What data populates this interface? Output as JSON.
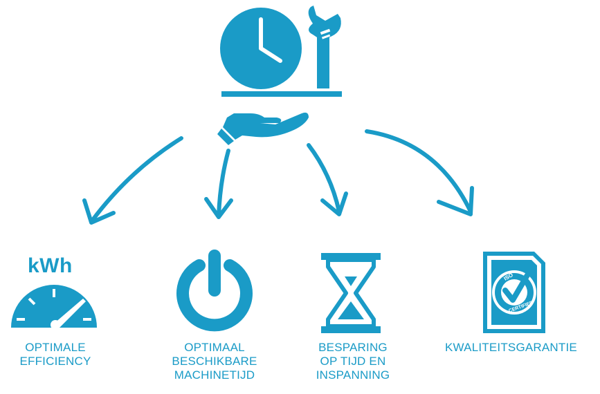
{
  "brand_color": "#1a9bc7",
  "top_icon": {
    "icons": [
      "clock-icon",
      "wrench-icon",
      "serving-hand-icon"
    ]
  },
  "items": [
    {
      "icon": "kwh-gauge-icon",
      "icon_text": "kWh",
      "label": "OPTIMALE\nEFFICIENCY"
    },
    {
      "icon": "power-icon",
      "label": "OPTIMAAL\nBESCHIKBARE\nMACHINETIJD"
    },
    {
      "icon": "hourglass-icon",
      "label": "BESPARING\nOP TIJD EN\nINSPANNING"
    },
    {
      "icon": "iso-certified-icon",
      "badge_top": "ISO",
      "badge_bottom": "CERTIFIED",
      "label": "KWALITEITSGARANTIE"
    }
  ]
}
